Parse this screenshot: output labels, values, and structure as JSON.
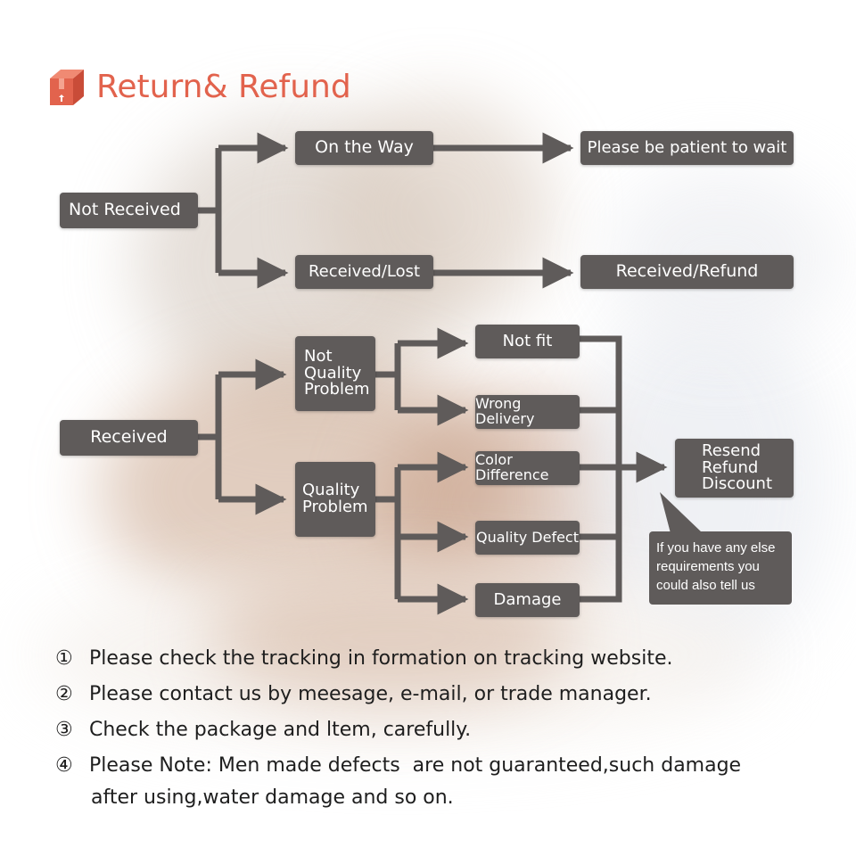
{
  "title": "Return& Refund",
  "colors": {
    "accent": "#e2634d",
    "box": "#5f5b5a",
    "line": "#5f5b5a",
    "text": "#1e1e1e"
  },
  "icons": {
    "title_icon": "package-box-icon"
  },
  "flow": {
    "not_received": "Not Received",
    "on_the_way": "On the Way",
    "patient_wait": "Please be patient to wait",
    "received_lost": "Received/Lost",
    "received_refund": "Received/Refund",
    "received": "Received",
    "not_quality_problem": [
      "Not",
      "Quality",
      "Problem"
    ],
    "quality_problem": [
      "Quality",
      "Problem"
    ],
    "not_fit": "Not fit",
    "wrong_delivery": "Wrong Delivery",
    "color_difference": "Color Difference",
    "quality_defect": "Quality Defect",
    "damage": "Damage",
    "resend_refund_discount": [
      "Resend",
      "Refund",
      "Discount"
    ],
    "extra_note": [
      "If you have any else",
      "requirements you",
      "could also tell us"
    ]
  },
  "notes": [
    {
      "num": "①",
      "text": "Please check the tracking in formation on tracking website."
    },
    {
      "num": "②",
      "text": "Please contact us by meesage, e-mail, or trade manager."
    },
    {
      "num": "③",
      "text": "Check the package and ltem, carefully."
    },
    {
      "num": "④",
      "text": "Please Note: Men made defects  are not guaranteed,such damage",
      "continuation": "after using,water damage and so on."
    }
  ]
}
